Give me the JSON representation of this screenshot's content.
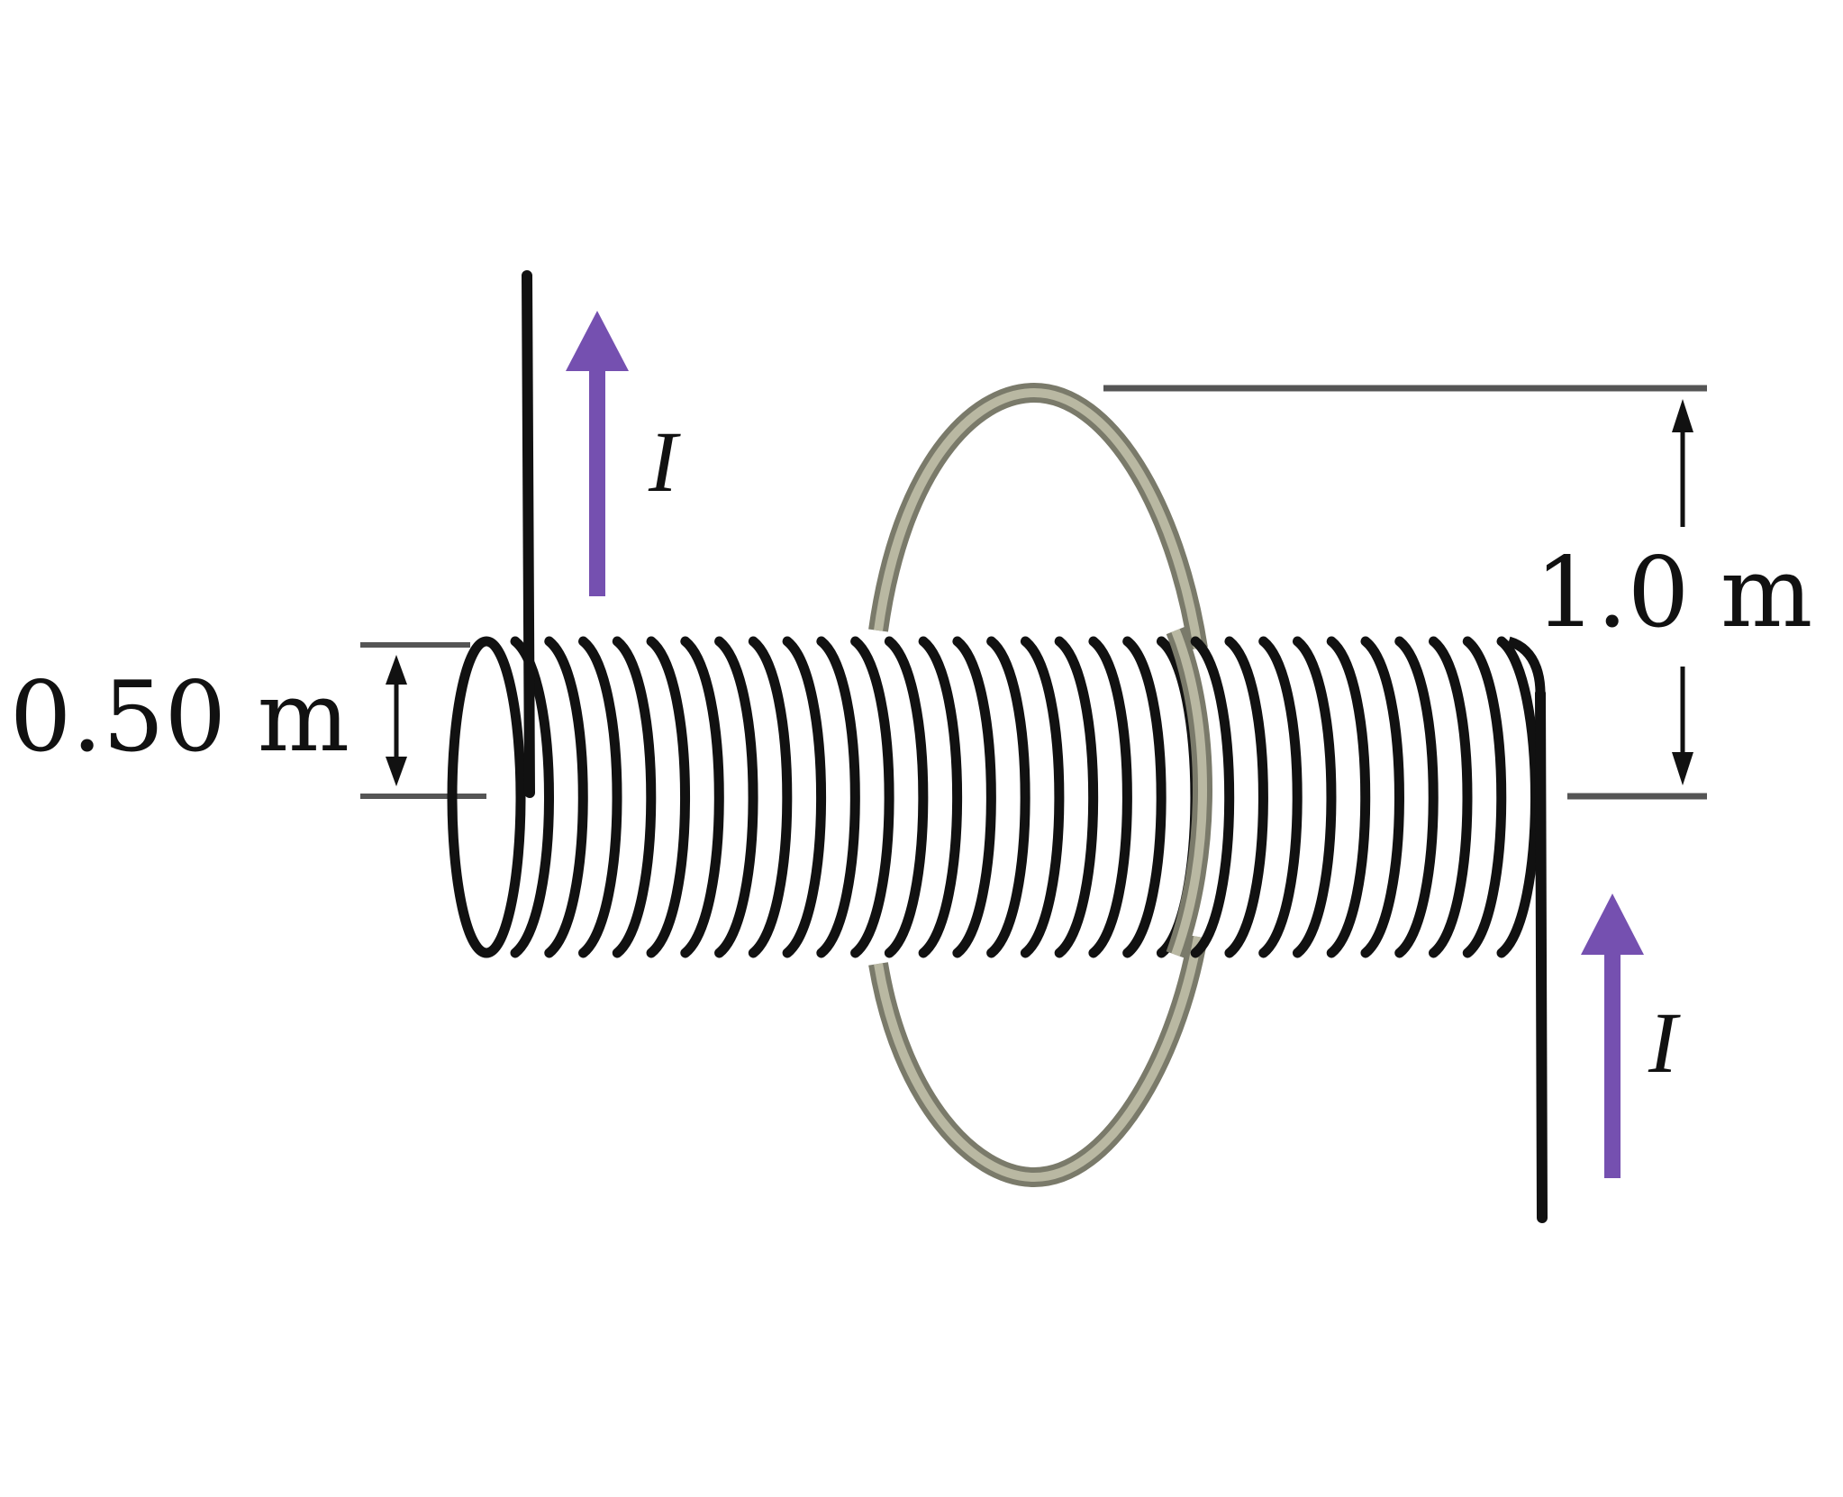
{
  "labels": {
    "solenoid_diameter": "0.50 m",
    "loop_diameter": "1.0 m",
    "current_top": "I",
    "current_bottom": "I"
  },
  "colors": {
    "wire": "#111111",
    "current_arrow": "#7550b0",
    "loop_outer": "#7a7a6a",
    "loop_inner": "#b9b8a2",
    "dimension_line": "#555555"
  },
  "solenoid": {
    "turn_count": 30
  }
}
